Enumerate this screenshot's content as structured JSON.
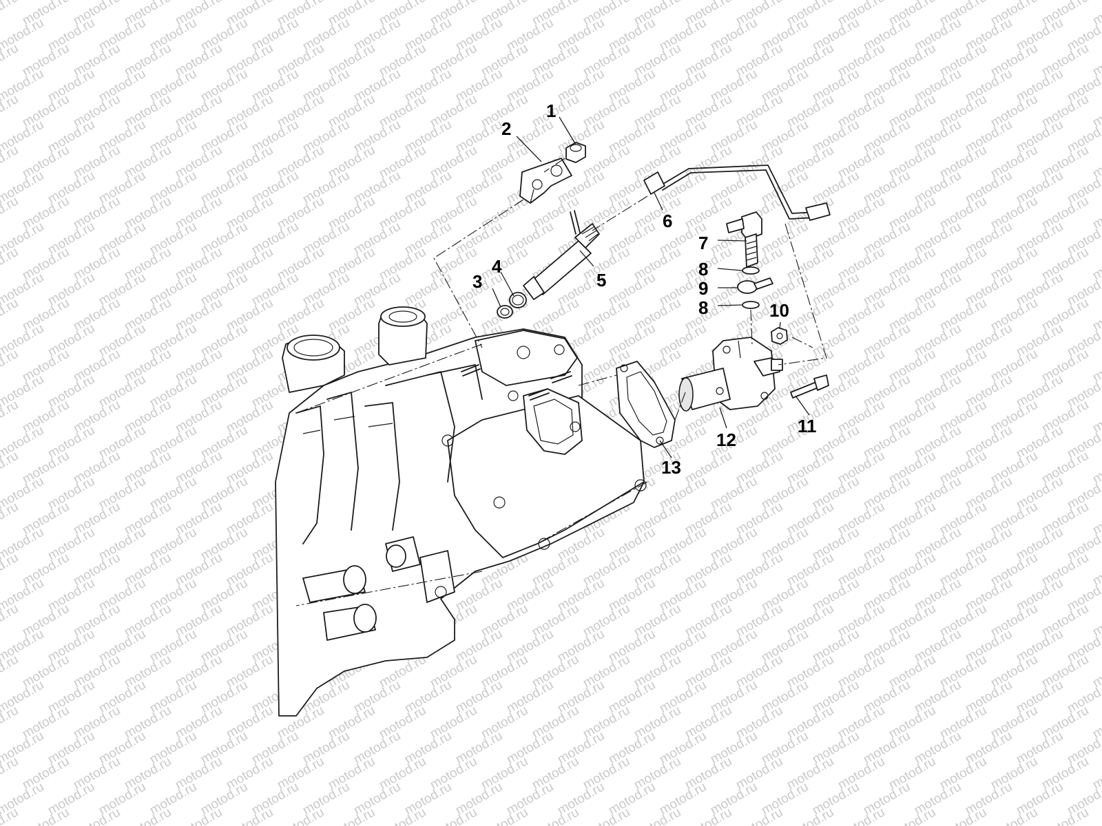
{
  "watermark": {
    "text": "motod.ru"
  },
  "callouts": [
    {
      "id": "1",
      "label": "1"
    },
    {
      "id": "2",
      "label": "2"
    },
    {
      "id": "3",
      "label": "3"
    },
    {
      "id": "4",
      "label": "4"
    },
    {
      "id": "5",
      "label": "5"
    },
    {
      "id": "6",
      "label": "6"
    },
    {
      "id": "7",
      "label": "7"
    },
    {
      "id": "8a",
      "label": "8"
    },
    {
      "id": "9",
      "label": "9"
    },
    {
      "id": "8b",
      "label": "8"
    },
    {
      "id": "10",
      "label": "10"
    },
    {
      "id": "11",
      "label": "11"
    },
    {
      "id": "12",
      "label": "12"
    },
    {
      "id": "13",
      "label": "13"
    }
  ]
}
